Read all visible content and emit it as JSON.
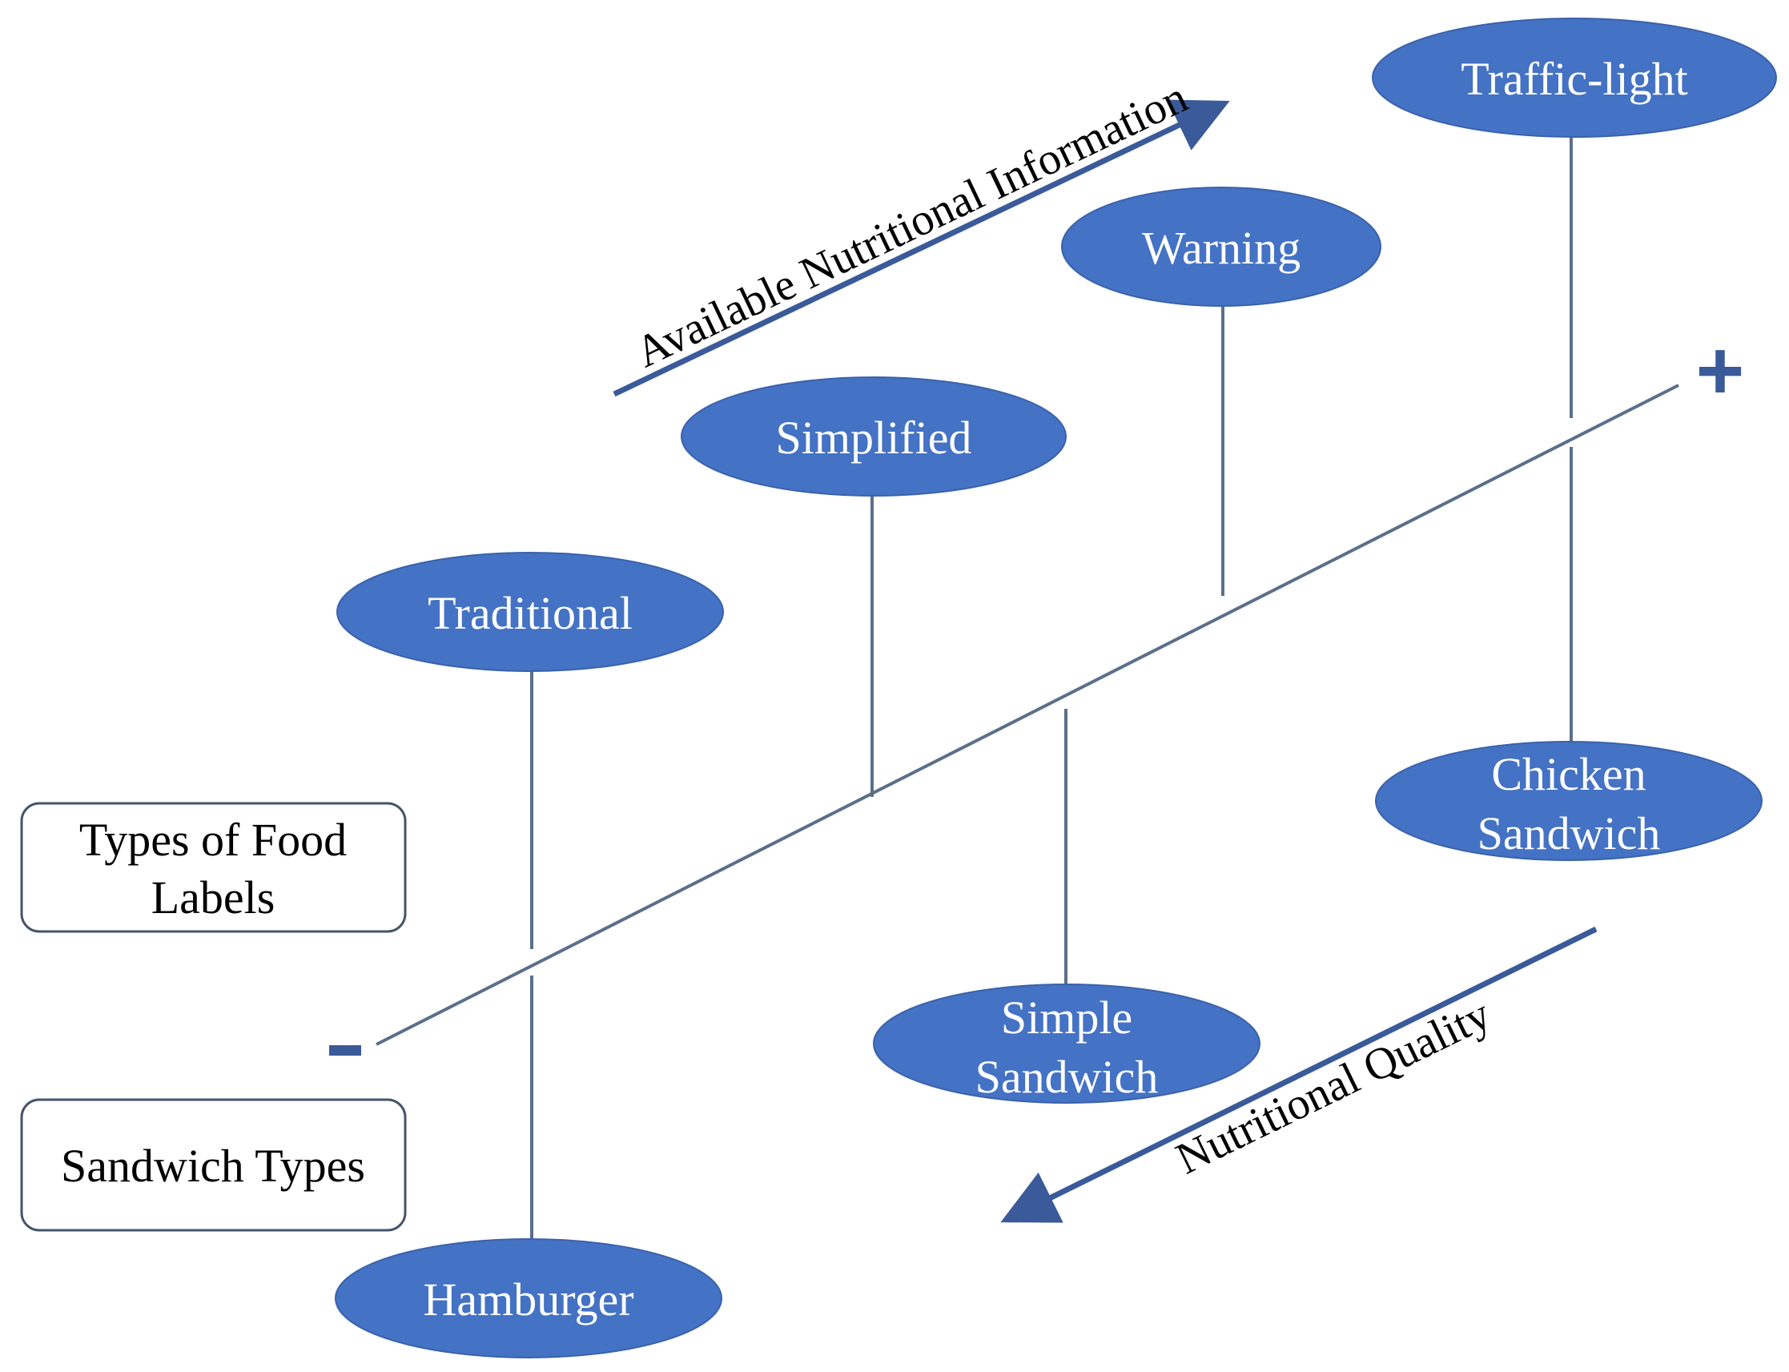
{
  "colors": {
    "ellipse_fill": "#4472c4",
    "ellipse_stroke": "#3a62ab",
    "connector": "#5b6f8a",
    "arrow": "#3a5a9a",
    "box_stroke": "#44546a"
  },
  "food_labels": [
    {
      "id": "traditional",
      "lines": [
        "Traditional"
      ]
    },
    {
      "id": "simplified",
      "lines": [
        "Simplified"
      ]
    },
    {
      "id": "warning",
      "lines": [
        "Warning"
      ]
    },
    {
      "id": "traffic-light",
      "lines": [
        "Traffic-light"
      ]
    }
  ],
  "sandwiches": [
    {
      "id": "hamburger",
      "lines": [
        "Hamburger"
      ]
    },
    {
      "id": "simple-sandwich",
      "lines": [
        "Simple",
        "Sandwich"
      ]
    },
    {
      "id": "chicken-sandwich",
      "lines": [
        "Chicken",
        "Sandwich"
      ]
    }
  ],
  "legend": {
    "food_labels_lines": [
      "Types of Food",
      "Labels"
    ],
    "sandwich_types": "Sandwich Types"
  },
  "axes": {
    "info_label": "Available Nutritional Information",
    "quality_label": "Nutritional Quality",
    "plus": "+",
    "minus": "-"
  }
}
